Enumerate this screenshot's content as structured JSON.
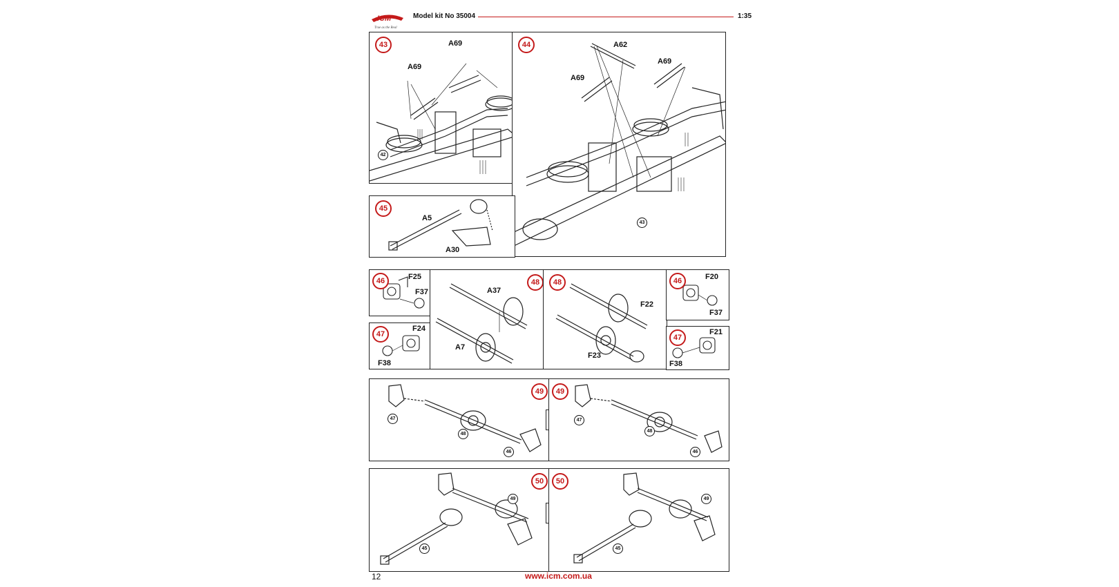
{
  "header": {
    "logo": "ICM",
    "logo_tagline": "True as the Real",
    "kit": "Model kit No 35004",
    "scale": "1:35"
  },
  "colors": {
    "accent": "#c41a1a",
    "line": "#222222"
  },
  "steps": {
    "s42_ref": "42",
    "s43": {
      "num": "43",
      "labels": [
        "A69",
        "A69"
      ]
    },
    "s43_ref": "43",
    "s44": {
      "num": "44",
      "labels": [
        "A62",
        "A69",
        "A69"
      ]
    },
    "s45": {
      "num": "45",
      "labels": [
        "A5",
        "A30"
      ]
    },
    "s46a": {
      "num": "46",
      "labels": [
        "F25",
        "F37"
      ]
    },
    "s47a": {
      "num": "47",
      "labels": [
        "F24",
        "F38"
      ]
    },
    "s48a": {
      "num": "48",
      "labels": [
        "A37",
        "A7"
      ]
    },
    "s48b": {
      "num": "48",
      "labels": [
        "F22",
        "F23"
      ]
    },
    "s46b": {
      "num": "46",
      "labels": [
        "F20",
        "F37"
      ]
    },
    "s47b": {
      "num": "47",
      "labels": [
        "F21",
        "F38"
      ]
    },
    "s49a": {
      "num": "49",
      "refs": [
        "47",
        "48",
        "46"
      ]
    },
    "s49b": {
      "num": "49",
      "refs": [
        "47",
        "48",
        "46"
      ]
    },
    "s50a": {
      "num": "50",
      "refs": [
        "49",
        "45"
      ]
    },
    "s50b": {
      "num": "50",
      "refs": [
        "49",
        "45"
      ]
    }
  },
  "option_mark": "?",
  "footer": {
    "page": "12",
    "url": "www.icm.com.ua"
  }
}
